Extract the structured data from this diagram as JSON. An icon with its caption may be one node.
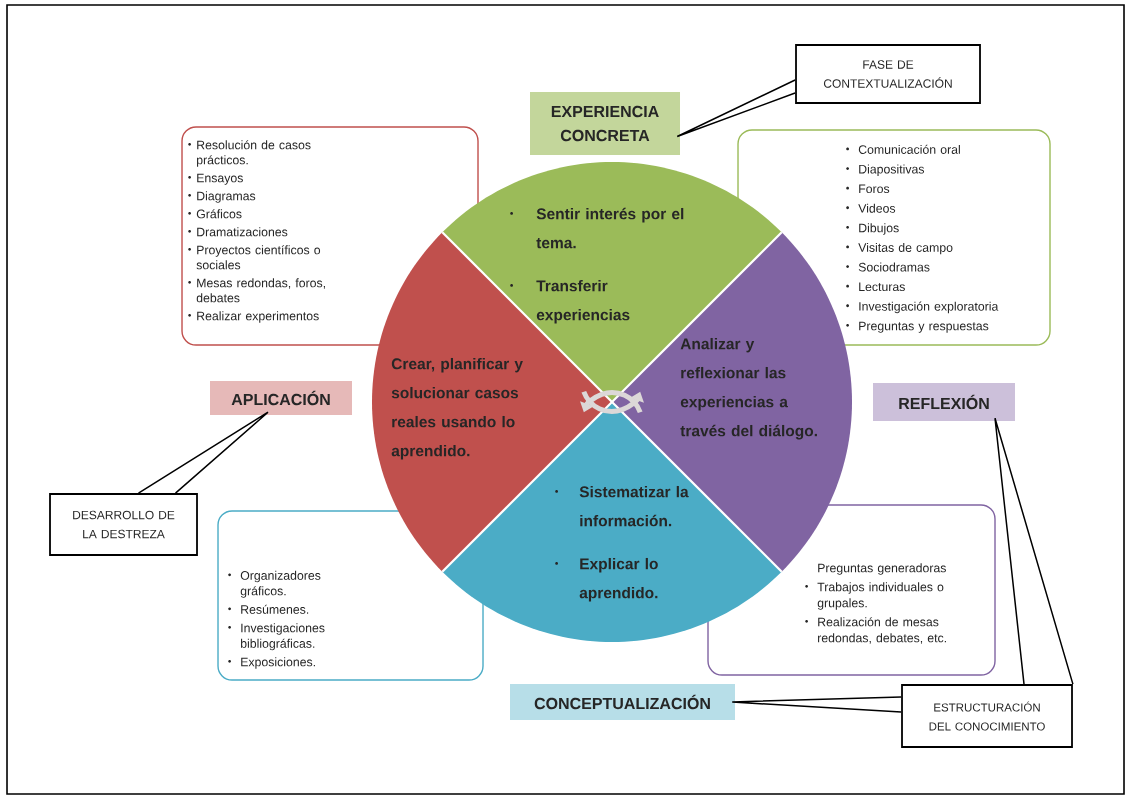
{
  "diagram": {
    "nodes": [
      {
        "text": [
          "Sentir interés por el tema.",
          "Transferir experiencias"
        ]
      },
      {
        "text": [
          "Analizar y reflexionar las experiencias a través del diálogo."
        ]
      },
      {
        "text": [
          "Sistematizar la información.",
          "Explicar lo aprendido."
        ]
      },
      {
        "text": [
          "Crear, planificar y solucionar casos reales usando lo aprendido."
        ]
      },
      {
        "text": [
          "EXPERIENCIA CONCRETA"
        ]
      },
      {
        "text": [
          "REFLEXIÓN"
        ]
      },
      {
        "text": [
          "CONCEPTUALIZACIÓN"
        ]
      },
      {
        "text": [
          "APLICACIÓN"
        ]
      },
      {
        "text": [
          "FASE DE CONTEXTUALIZACIÓN"
        ]
      },
      {
        "text": [
          "ESTRUCTURACIÓN DEL CONOCIMIENTO"
        ]
      },
      {
        "text": [
          "DESARROLLO DE LA DESTREZA"
        ]
      },
      {
        "text": [
          "Resolución de casos prácticos.",
          "Ensayos",
          "Diagramas",
          "Gráficos",
          "Dramatizaciones",
          "Proyectos científicos o sociales",
          "Mesas redondas, foros, debates",
          "Realizar experimentos"
        ]
      },
      {
        "text": [
          "Comunicación oral",
          "Diapositivas",
          "Foros",
          "Videos",
          "Dibujos",
          "Visitas de campo",
          "Sociodramas",
          "Lecturas",
          "Investigación exploratoria",
          "Preguntas y respuestas"
        ]
      },
      {
        "text": [
          "Organizadores gráficos.",
          "Resúmenes.",
          "Investigaciones bibliográficas.",
          "Exposiciones."
        ]
      },
      {
        "text": [
          "Preguntas generadoras",
          "Trabajos individuales o grupales.",
          "Realización de mesas redondas, debates, etc."
        ]
      }
    ],
    "edges": [
      {
        "from": 8,
        "to": 4,
        "arrow": "none"
      },
      {
        "from": 9,
        "to": 5,
        "arrow": "none"
      },
      {
        "from": 9,
        "to": 6,
        "arrow": "none"
      },
      {
        "from": 10,
        "to": 7,
        "arrow": "none"
      },
      {
        "from": 3,
        "to": 1,
        "arrow": "to",
        "style": "thick",
        "color": "#dcd8d8"
      },
      {
        "from": 1,
        "to": 3,
        "arrow": "to",
        "style": "thick",
        "color": "#dcd8d8"
      }
    ]
  }
}
